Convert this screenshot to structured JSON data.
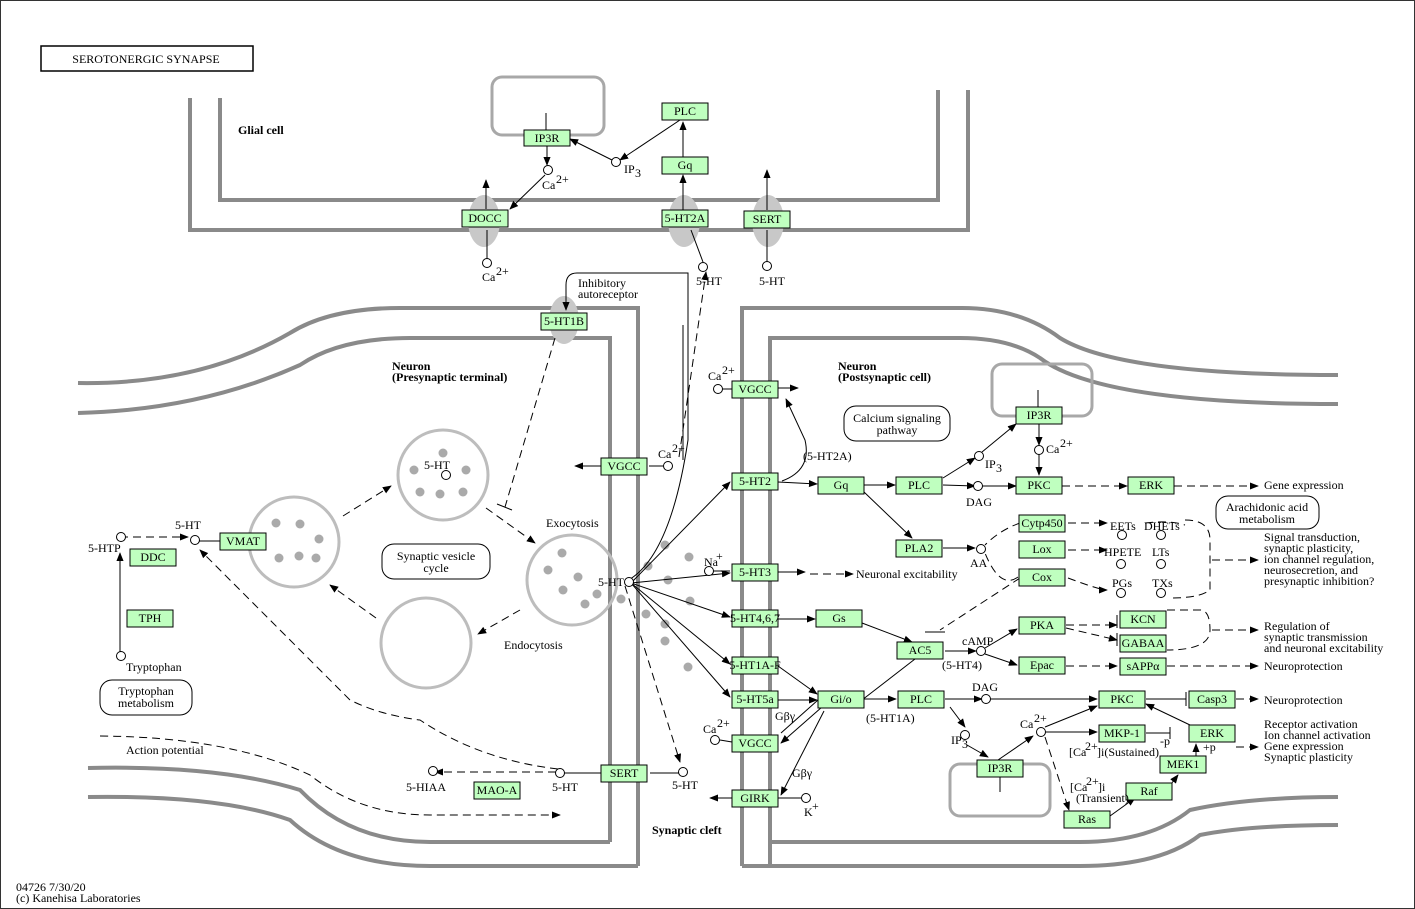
{
  "title": "SEROTONERGIC SYNAPSE",
  "footer": {
    "id_date": "04726 7/30/20",
    "copyright": "(c) Kanehisa Laboratories"
  },
  "compartments": {
    "glial": "Glial cell",
    "pre": [
      "Neuron",
      "(Presynaptic terminal)"
    ],
    "post": [
      "Neuron",
      "(Postsynaptic cell)"
    ],
    "cleft": "Synaptic cleft"
  },
  "maps": {
    "tryptophan": [
      "Tryptophan",
      "metabolism"
    ],
    "vesicle_cycle": [
      "Synaptic vesicle",
      "cycle"
    ],
    "calcium": [
      "Calcium signaling",
      "pathway"
    ],
    "arachidonic": [
      "Arachidonic acid",
      "metabolism"
    ]
  },
  "genes": {
    "ip3r_glial": "IP3R",
    "plc_glial": "PLC",
    "gq_glial": "Gq",
    "docc": "DOCC",
    "ht2a": "5-HT2A",
    "sert_glial": "SERT",
    "ht1b": "5-HT1B",
    "vgcc_pre": "VGCC",
    "ddc": "DDC",
    "vmat": "VMAT",
    "tph": "TPH",
    "sert_pre": "SERT",
    "maoa": "MAO-A",
    "vgcc_post1": "VGCC",
    "ht2": "5-HT2",
    "ht3": "5-HT3",
    "ht467": "5-HT4,6,7",
    "ht1af": "5-HT1A-F",
    "ht5a": "5-HT5a",
    "vgcc_post2": "VGCC",
    "girk": "GIRK",
    "gq_post": "Gq",
    "plc_post1": "PLC",
    "gs": "Gs",
    "gio": "Gi/o",
    "plc_post2": "PLC",
    "ac5": "AC5",
    "pla2": "PLA2",
    "cyp450": "Cytp450",
    "lox": "Lox",
    "cox": "Cox",
    "ip3r_post1": "IP3R",
    "pkc1": "PKC",
    "erk1": "ERK",
    "pka": "PKA",
    "epac": "Epac",
    "kcn": "KCN",
    "gabaa": "GABAA",
    "sappa": "sAPPα",
    "pkc2": "PKC",
    "casp3": "Casp3",
    "mkp1": "MKP-1",
    "erk2": "ERK",
    "mek1": "MEK1",
    "raf": "Raf",
    "ras": "Ras",
    "ip3r_post2": "IP3R"
  },
  "texts": {
    "ip3_glial": "IP",
    "ip3_glial_sub": "3",
    "ca_glial1": "Ca",
    "ca_glial1_sup": "2+",
    "ca_glial2": "Ca",
    "ca_glial2_sup": "2+",
    "ht_glial1": "5-HT",
    "ht_glial2": "5-HT",
    "inhib": [
      "Inhibitory",
      "autoreceptor"
    ],
    "ca_pre": "Ca",
    "ca_pre_sup": "2+",
    "ht_ves": "5-HT",
    "ht_vmat": "5-HT",
    "htp": "5-HTP",
    "tryptophan": "Tryptophan",
    "exocytosis": "Exocytosis",
    "endocytosis": "Endocytosis",
    "ht_exo": "5-HT",
    "action_potential": "Action potential",
    "hiaa": "5-HIAA",
    "ht_sert_pre": "5-HT",
    "ht_cleft": "5-HT",
    "ca_post1": "Ca",
    "ca_post1_sup": "2+",
    "na": "Na",
    "na_sup": "+",
    "ca_post2": "Ca",
    "ca_post2_sup": "2+",
    "k": "K",
    "k_sup": "+",
    "ht2a_label": "(5-HT2A)",
    "gbg1": "Gβγ",
    "gbg2": "Gβγ",
    "ht4_label": "(5-HT4)",
    "ht1a_label": "(5-HT1A)",
    "ip3_post1": "IP",
    "ip3_post1_sub": "3",
    "dag1": "DAG",
    "ca_post3": "Ca",
    "ca_post3_sup": "2+",
    "aa": "AA",
    "eets": "EETs",
    "dhets": "DHETs",
    "hpete": "HPETE",
    "lts": "LTs",
    "pgs": "PGs",
    "txs": "TXs",
    "camp": "cAMP",
    "dag2": "DAG",
    "ip3_post2": "IP",
    "ip3_post2_sub": "3",
    "ca_post4": "Ca",
    "ca_post4_sup": "2+",
    "ca_sustained": [
      "[Ca",
      "2+",
      "]i(Sustained)"
    ],
    "ca_transient": [
      "[Ca",
      "2+",
      "]i",
      "(Transient)"
    ],
    "minus_p": "-p",
    "plus_p": "+p",
    "neuronal_excitability": "Neuronal excitability",
    "gene_expression": "Gene expression",
    "signal_out": [
      "Signal transduction,",
      "synaptic plasticity,",
      "ion channel regulation,",
      "neurosecretion, and",
      "presynaptic inhibition?"
    ],
    "regulation": [
      "Regulation of",
      "synaptic transmission",
      "and neuronal excitability"
    ],
    "neuroprotection1": "Neuroprotection",
    "neuroprotection2": "Neuroprotection",
    "receptor_act": [
      "Receptor activation",
      "Ion channel activation",
      "Gene expression",
      "Synaptic plasticity"
    ]
  }
}
